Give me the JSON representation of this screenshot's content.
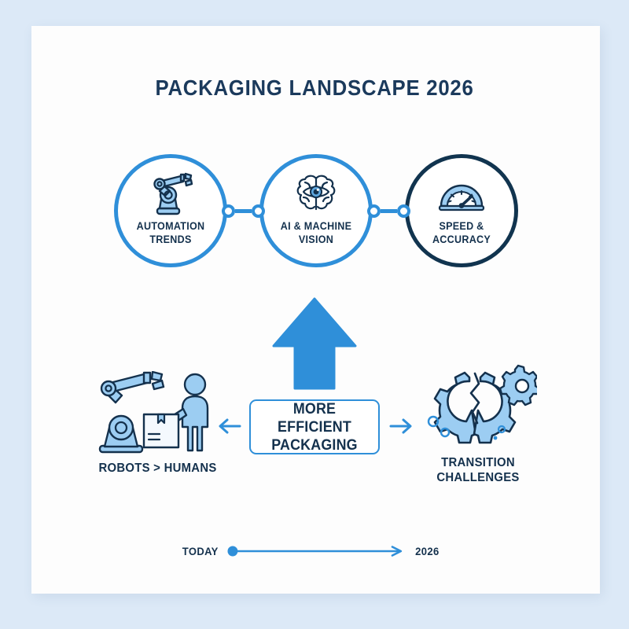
{
  "theme": {
    "page_background": "#dce9f7",
    "card_background": "#fdfdfd",
    "navy": "#14314d",
    "blue": "#2f8fd9",
    "light_blue_fill": "#9ccdf2",
    "deep_navy_border": "#11344f"
  },
  "header": {
    "title": "PACKAGING LANDSCAPE 2026"
  },
  "pillars": [
    {
      "id": "automation-trends",
      "label": "AUTOMATION\nTRENDS",
      "line1": "AUTOMATION",
      "line2": "TRENDS",
      "icon": "robot-arm-icon",
      "border_color": "#2f8fd9"
    },
    {
      "id": "ai-machine-vision",
      "label": "AI & MACHINE\nVISION",
      "line1": "AI & MACHINE",
      "line2": "VISION",
      "icon": "brain-eye-icon",
      "border_color": "#2f8fd9"
    },
    {
      "id": "speed-accuracy",
      "label": "SPEED &\nACCURACY",
      "line1": "SPEED &",
      "line2": "ACCURACY",
      "icon": "gauge-icon",
      "border_color": "#11344f"
    }
  ],
  "center": {
    "line1": "MORE EFFICIENT",
    "line2": "PACKAGING",
    "up_arrow_icon": "up-arrow-icon",
    "left_arrow_icon": "arrow-left-icon",
    "right_arrow_icon": "arrow-right-icon"
  },
  "clusters": [
    {
      "id": "robots-humans",
      "label": "ROBOTS > HUMANS",
      "icon": "robot-arm-worker-box-icon"
    },
    {
      "id": "transition-challenges",
      "label": "TRANSITION\nCHALLENGES",
      "icon": "broken-gear-icon"
    }
  ],
  "timeline": {
    "start_label": "TODAY",
    "end_label": "2026",
    "start_marker_icon": "dot-marker-icon",
    "end_marker_icon": "arrow-right-icon"
  }
}
